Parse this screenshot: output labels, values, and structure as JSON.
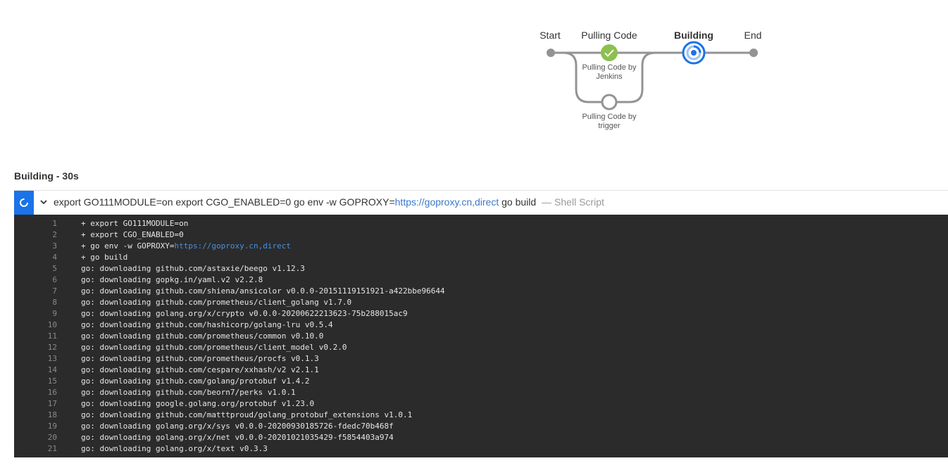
{
  "pipeline": {
    "stages": [
      {
        "label": "Start",
        "status": "done"
      },
      {
        "label": "Pulling Code",
        "status": "success"
      },
      {
        "label": "Building",
        "status": "running"
      },
      {
        "label": "End",
        "status": "pending"
      }
    ],
    "parallel": [
      {
        "label": "Pulling Code by Jenkins",
        "status": "success"
      },
      {
        "label": "Pulling Code by trigger",
        "status": "skipped"
      }
    ]
  },
  "section": {
    "title": "Building - 30s"
  },
  "step": {
    "cmd_prefix": "export GO111MODULE=on export CGO_ENABLED=0 go env -w GOPROXY=",
    "cmd_url": "https://goproxy.cn,direct",
    "cmd_suffix": " go build",
    "type": "— Shell Script"
  },
  "console": {
    "lines": [
      {
        "n": "1",
        "text": "+ export GO111MODULE=on"
      },
      {
        "n": "2",
        "text": "+ export CGO_ENABLED=0"
      },
      {
        "n": "3",
        "text": "+ go env -w GOPROXY=",
        "url": "https://goproxy.cn,direct"
      },
      {
        "n": "4",
        "text": "+ go build"
      },
      {
        "n": "5",
        "text": "go: downloading github.com/astaxie/beego v1.12.3"
      },
      {
        "n": "6",
        "text": "go: downloading gopkg.in/yaml.v2 v2.2.8"
      },
      {
        "n": "7",
        "text": "go: downloading github.com/shiena/ansicolor v0.0.0-20151119151921-a422bbe96644"
      },
      {
        "n": "8",
        "text": "go: downloading github.com/prometheus/client_golang v1.7.0"
      },
      {
        "n": "9",
        "text": "go: downloading golang.org/x/crypto v0.0.0-20200622213623-75b288015ac9"
      },
      {
        "n": "10",
        "text": "go: downloading github.com/hashicorp/golang-lru v0.5.4"
      },
      {
        "n": "11",
        "text": "go: downloading github.com/prometheus/common v0.10.0"
      },
      {
        "n": "12",
        "text": "go: downloading github.com/prometheus/client_model v0.2.0"
      },
      {
        "n": "13",
        "text": "go: downloading github.com/prometheus/procfs v0.1.3"
      },
      {
        "n": "14",
        "text": "go: downloading github.com/cespare/xxhash/v2 v2.1.1"
      },
      {
        "n": "15",
        "text": "go: downloading github.com/golang/protobuf v1.4.2"
      },
      {
        "n": "16",
        "text": "go: downloading github.com/beorn7/perks v1.0.1"
      },
      {
        "n": "17",
        "text": "go: downloading google.golang.org/protobuf v1.23.0"
      },
      {
        "n": "18",
        "text": "go: downloading github.com/matttproud/golang_protobuf_extensions v1.0.1"
      },
      {
        "n": "19",
        "text": "go: downloading golang.org/x/sys v0.0.0-20200930185726-fdedc70b468f"
      },
      {
        "n": "20",
        "text": "go: downloading golang.org/x/net v0.0.0-20201021035429-f5854403a974"
      },
      {
        "n": "21",
        "text": "go: downloading golang.org/x/text v0.3.3"
      }
    ]
  },
  "colors": {
    "success": "#8cc04f",
    "running": "#1a73e8",
    "track": "#949393",
    "console_bg": "#2b2b2b"
  }
}
